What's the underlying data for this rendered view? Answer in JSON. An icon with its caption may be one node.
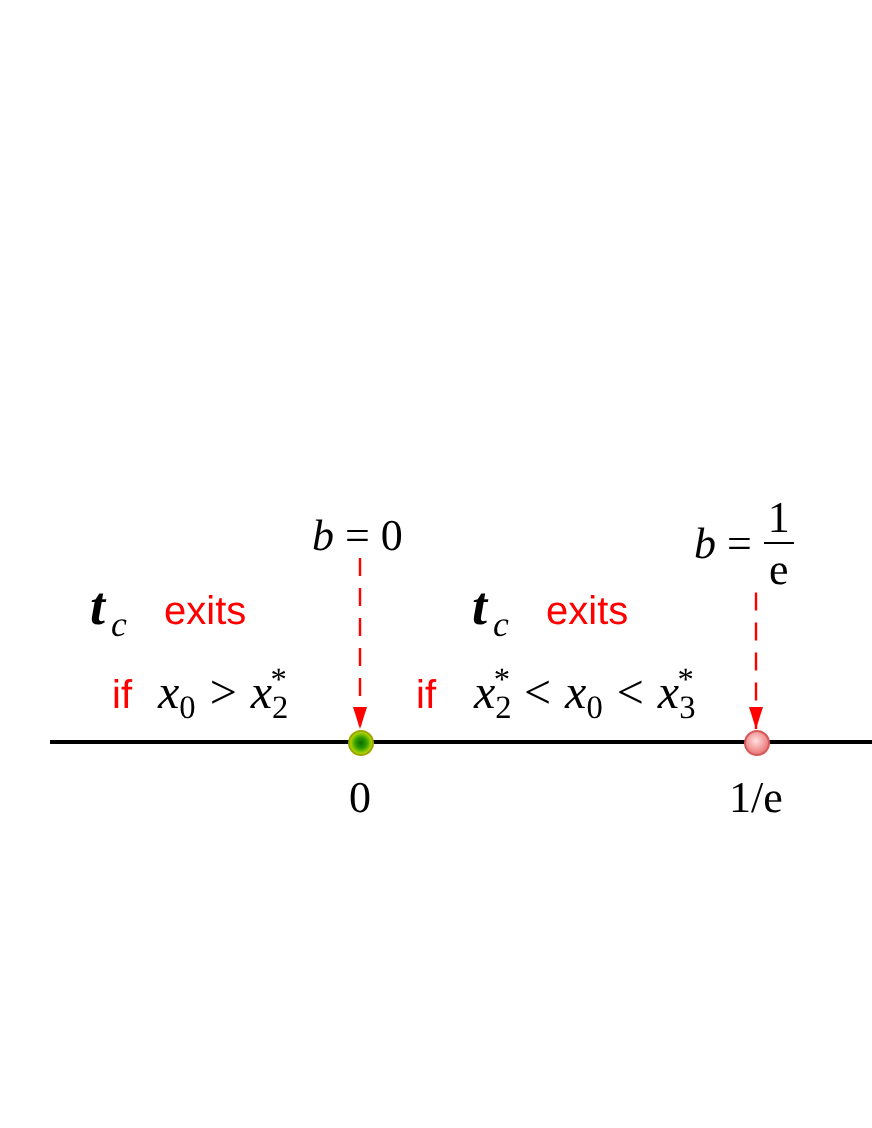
{
  "diagram": {
    "nodes": [
      {
        "text": [
          "*b* = 0"
        ]
      },
      {
        "text": [],
        "shape": "circle",
        "beside": [
          "0"
        ]
      },
      {
        "text": [
          "*b* =",
          "1",
          "e"
        ]
      },
      {
        "text": [],
        "shape": "circle",
        "beside": [
          "1/e"
        ]
      }
    ],
    "edges": [
      {
        "from": 0,
        "to": 1,
        "arrow": "to",
        "style": "dashed",
        "color": "#ff0000"
      },
      {
        "from": 2,
        "to": 3,
        "arrow": "to",
        "style": "dashed",
        "color": "#ff0000"
      }
    ],
    "labels": [
      "t$_{c}$",
      "exits",
      "t$_{c}$",
      "exits",
      "if",
      "*x*$_{0}$ > *x*$_{2}$$^{*}$",
      "if",
      "*x*$_{2}$$^{*}$ < *x*$_{0}$ < *x*$_{3}$$^{*}$"
    ]
  }
}
